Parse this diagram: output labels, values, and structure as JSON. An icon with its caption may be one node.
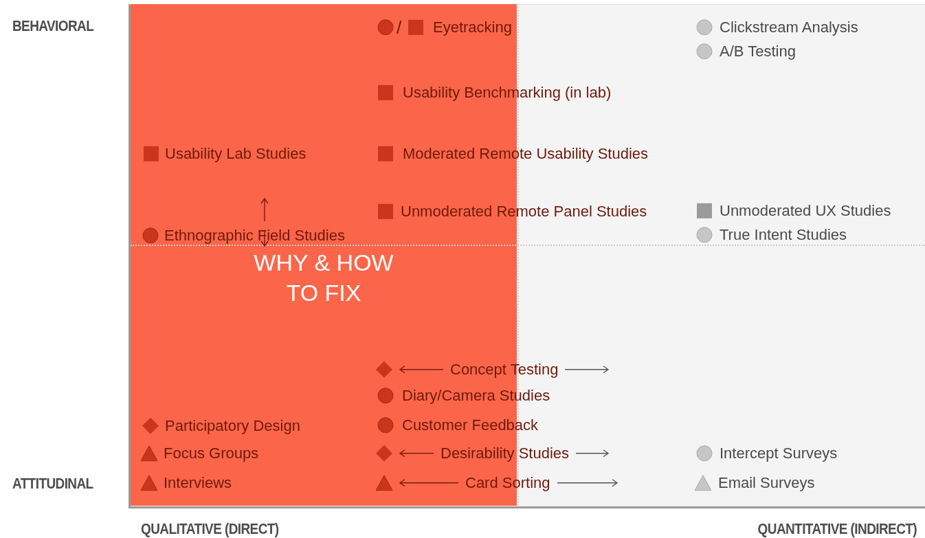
{
  "diagram": {
    "labels": [
      "BEHAVIORAL",
      "/",
      "Eyetracking",
      "Clickstream Analysis",
      "A/B Testing",
      "Usability Benchmarking (in lab)",
      "Usability Lab Studies",
      "Moderated Remote Usability Studies",
      "Unmoderated Remote Panel Studies",
      "Unmoderated UX Studies",
      "Ethnographic Field Studies",
      "True Intent Studies",
      "WHY & HOW TO FIX",
      "Concept Testing",
      "Diary/Camera Studies",
      "Participatory Design",
      "Customer Feedback",
      "Focus Groups",
      "Desirability Studies",
      "Intercept Surveys",
      "ATTITUDINAL",
      "Interviews",
      "Card Sorting",
      "Email Surveys",
      "QUALITATIVE (DIRECT)",
      "QUANTITATIVE (INDIRECT)"
    ]
  }
}
